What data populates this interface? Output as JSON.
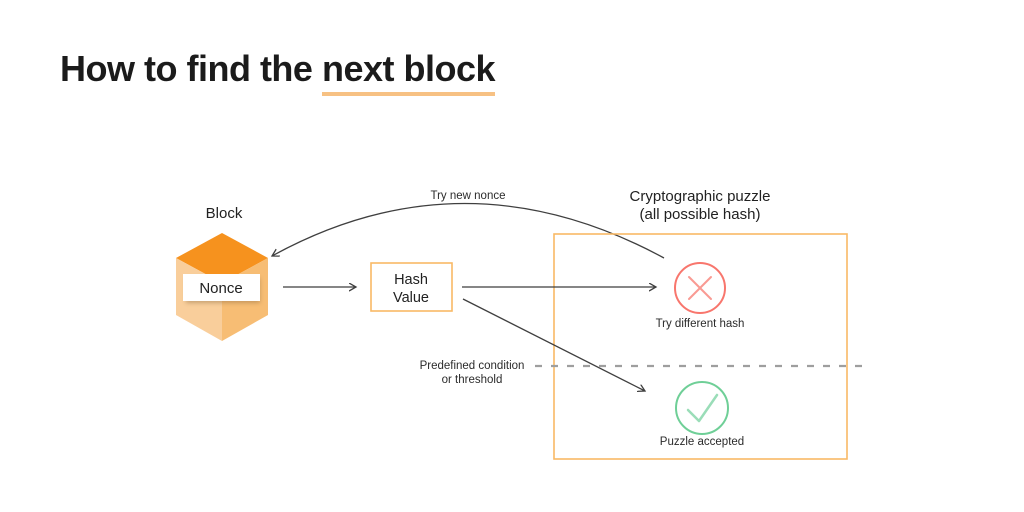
{
  "title": {
    "prefix": "How to find the ",
    "highlight": "next block"
  },
  "diagram": {
    "block_label": "Block",
    "nonce_label": "Nonce",
    "hash_line1": "Hash",
    "hash_line2": "Value",
    "arrow_try_new_nonce_label": "Try new nonce",
    "puzzle_title_line1": "Cryptographic puzzle",
    "puzzle_title_line2": "(all possible hash)",
    "reject_label": "Try different hash",
    "accept_label": "Puzzle accepted",
    "threshold_line1": "Predefined condition",
    "threshold_line2": "or threshold"
  },
  "colors": {
    "accent_orange": "#F9B966",
    "underline_orange": "#F7C183",
    "cube_top": "#F6921E",
    "cube_left": "#F9CE9B",
    "cube_right": "#F7BD74",
    "error_red": "#F8766D",
    "error_red_light": "#F99A93",
    "success_green": "#6FCF97",
    "success_green_light": "#9ADDB8",
    "arrow_gray": "#3F3F3F",
    "dash_gray": "#9E9E9E",
    "text_dark": "#212121"
  }
}
